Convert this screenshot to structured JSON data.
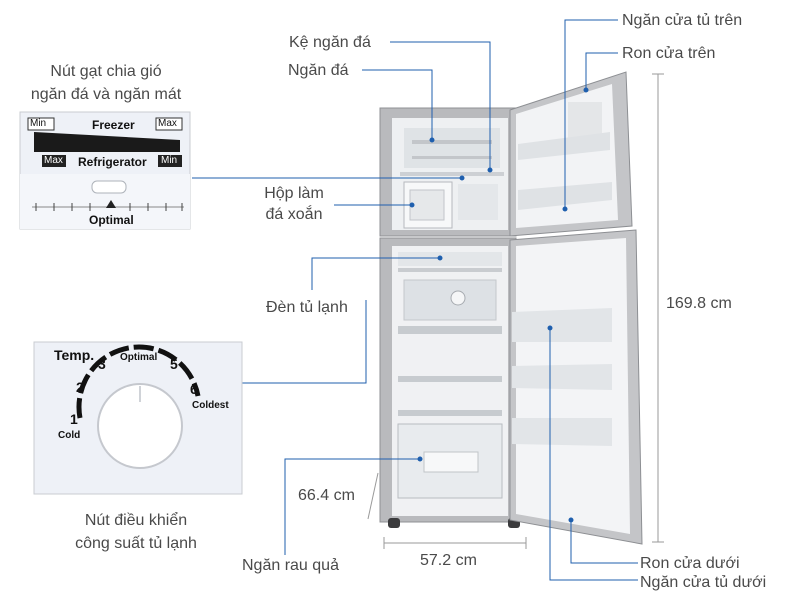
{
  "labels": {
    "ke_ngan_da": "Kệ ngăn đá",
    "ngan_da": "Ngăn đá",
    "nut_gat_line1": "Nút gạt chia gió",
    "nut_gat_line2": "ngăn đá và ngăn mát",
    "hop_lam_line1": "Hộp làm",
    "hop_lam_line2": "đá xoắn",
    "den_tu_lanh": "Đèn tủ lạnh",
    "nut_dieu_khien_line1": "Nút điều khiển",
    "nut_dieu_khien_line2": "công suất tủ lạnh",
    "ngan_rau_qua": "Ngăn rau quả",
    "ngan_cua_tu_tren": "Ngăn cửa tủ trên",
    "ron_cua_tren": "Ron cửa trên",
    "ron_cua_duoi": "Ron cửa dưới",
    "ngan_cua_tu_duoi": "Ngăn cửa tủ dưới"
  },
  "dimensions": {
    "height": "169.8 cm",
    "depth": "66.4 cm",
    "width": "57.2 cm"
  },
  "slider_panel": {
    "min_top": "Min",
    "freezer": "Freezer",
    "max_top": "Max",
    "max_bottom": "Max",
    "refrigerator": "Refrigerator",
    "min_bottom": "Min",
    "optimal": "Optimal"
  },
  "dial_panel": {
    "temp": "Temp.",
    "optimal": "Optimal",
    "n1": "1",
    "n2": "2",
    "n3": "3",
    "n5": "5",
    "n6": "6",
    "cold": "Cold",
    "coldest": "Coldest"
  },
  "colors": {
    "leader_line": "#1f5fae",
    "label_text": "#4a4a4a",
    "fridge_silver": "#c9c9cc",
    "panel_bg": "#eef1f7"
  }
}
